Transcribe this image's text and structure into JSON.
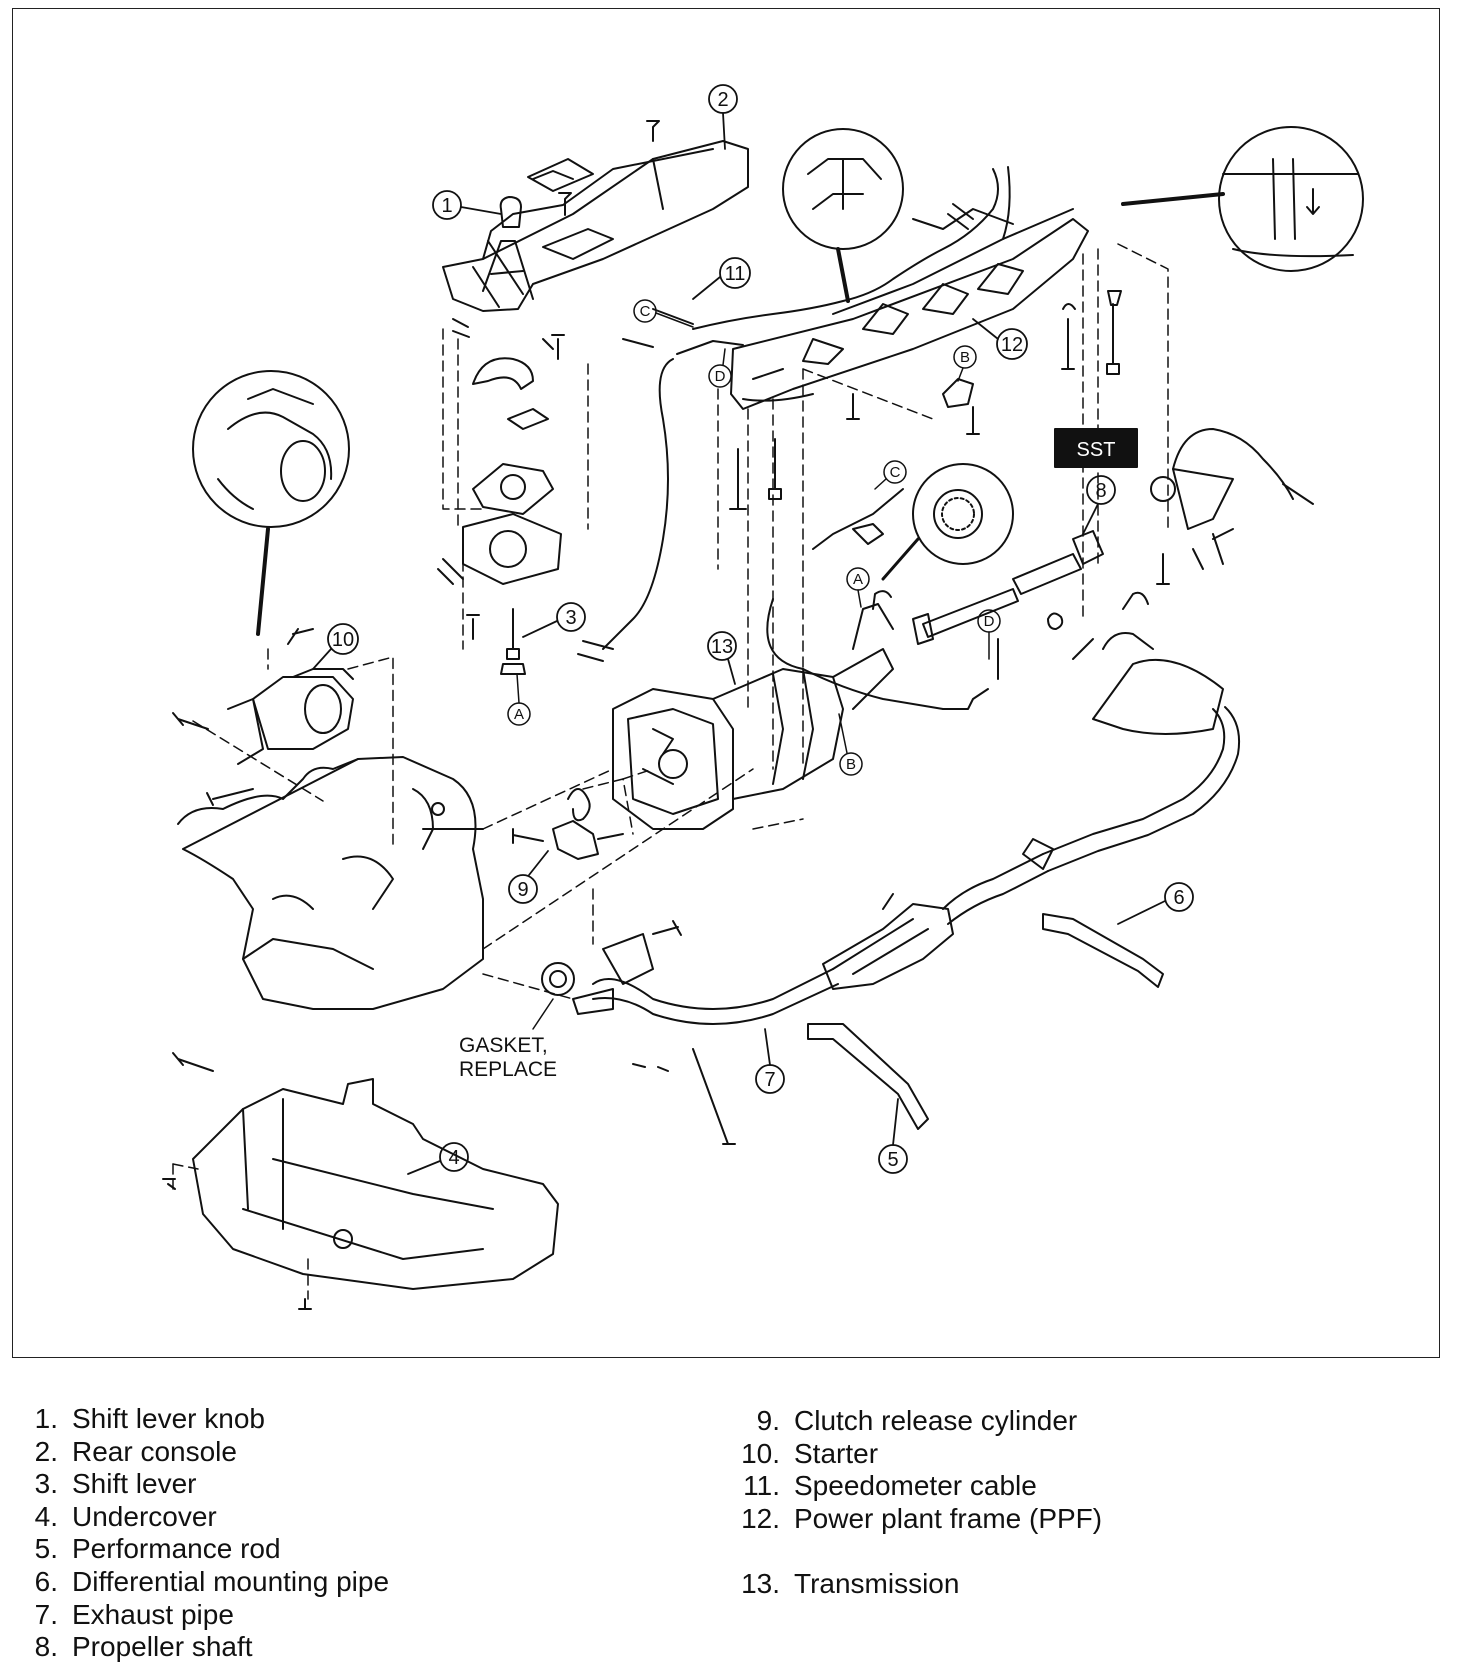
{
  "diagram": {
    "callouts": {
      "c1": "1",
      "c2": "2",
      "c3": "3",
      "c4": "4",
      "c5": "5",
      "c6": "6",
      "c7": "7",
      "c8": "8",
      "c9": "9",
      "c10": "10",
      "c11": "11",
      "c12": "12",
      "c13": "13"
    },
    "letters": {
      "a": "A",
      "b": "B",
      "c": "C",
      "d": "D"
    },
    "sst_label": "SST",
    "gasket_note_line1": "GASKET,",
    "gasket_note_line2": "REPLACE"
  },
  "legend": {
    "left": [
      {
        "num": "1.",
        "label": "Shift lever knob"
      },
      {
        "num": "2.",
        "label": "Rear console"
      },
      {
        "num": "3.",
        "label": "Shift lever"
      },
      {
        "num": "4.",
        "label": "Undercover"
      },
      {
        "num": "5.",
        "label": "Performance rod"
      },
      {
        "num": "6.",
        "label": "Differential mounting pipe"
      },
      {
        "num": "7.",
        "label": "Exhaust pipe"
      },
      {
        "num": "8.",
        "label": "Propeller shaft"
      }
    ],
    "right": [
      {
        "num": "9.",
        "label": "Clutch release cylinder"
      },
      {
        "num": "10.",
        "label": "Starter"
      },
      {
        "num": "11.",
        "label": "Speedometer cable"
      },
      {
        "num": "12.",
        "label": "Power plant frame (PPF)"
      },
      {
        "num": "13.",
        "label": "Transmission"
      }
    ]
  }
}
